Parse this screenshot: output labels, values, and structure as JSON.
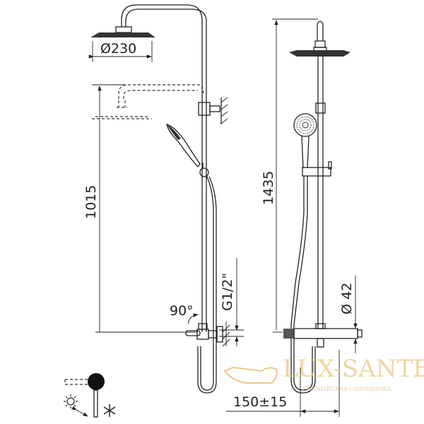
{
  "dimensions": {
    "overhead_diameter": "Ø230",
    "overhead_height": "1015",
    "total_height": "1435",
    "thread": "G1/2\"",
    "rotation_angle": "90°",
    "bar_diameter": "Ø 42",
    "center_distance": "150±15"
  },
  "icons": {
    "temperature_control": "hot-cold-lever-icon",
    "hot": "sun-icon",
    "cold": "snowflake-icon"
  },
  "watermark": {
    "brand": "LUX-SANTEH",
    "tagline": "ЕВРОПЕЙСКАЯ САНТЕХНИКА",
    "color": "#e8c98a"
  }
}
